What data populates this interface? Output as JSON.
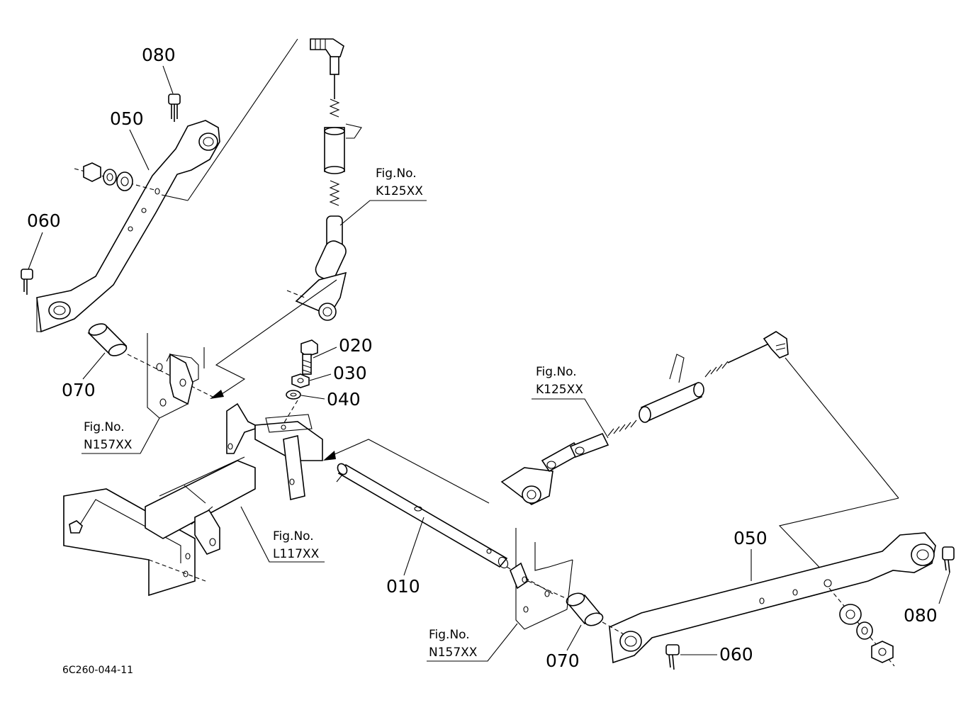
{
  "diagram": {
    "code": "6C260-044-11",
    "part_numbers": {
      "p010": "010",
      "p020": "020",
      "p030": "030",
      "p040": "040",
      "p050_left": "050",
      "p050_right": "050",
      "p060_left": "060",
      "p060_right": "060",
      "p070_left": "070",
      "p070_right": "070",
      "p080_left": "080",
      "p080_right": "080"
    },
    "fig_refs": {
      "k125_top": {
        "label": "Fig.No.",
        "code": "K125XX"
      },
      "k125_mid": {
        "label": "Fig.No.",
        "code": "K125XX"
      },
      "n157_left": {
        "label": "Fig.No.",
        "code": "N157XX"
      },
      "n157_right": {
        "label": "Fig.No.",
        "code": "N157XX"
      },
      "l117": {
        "label": "Fig.No.",
        "code": "L117XX"
      }
    }
  }
}
